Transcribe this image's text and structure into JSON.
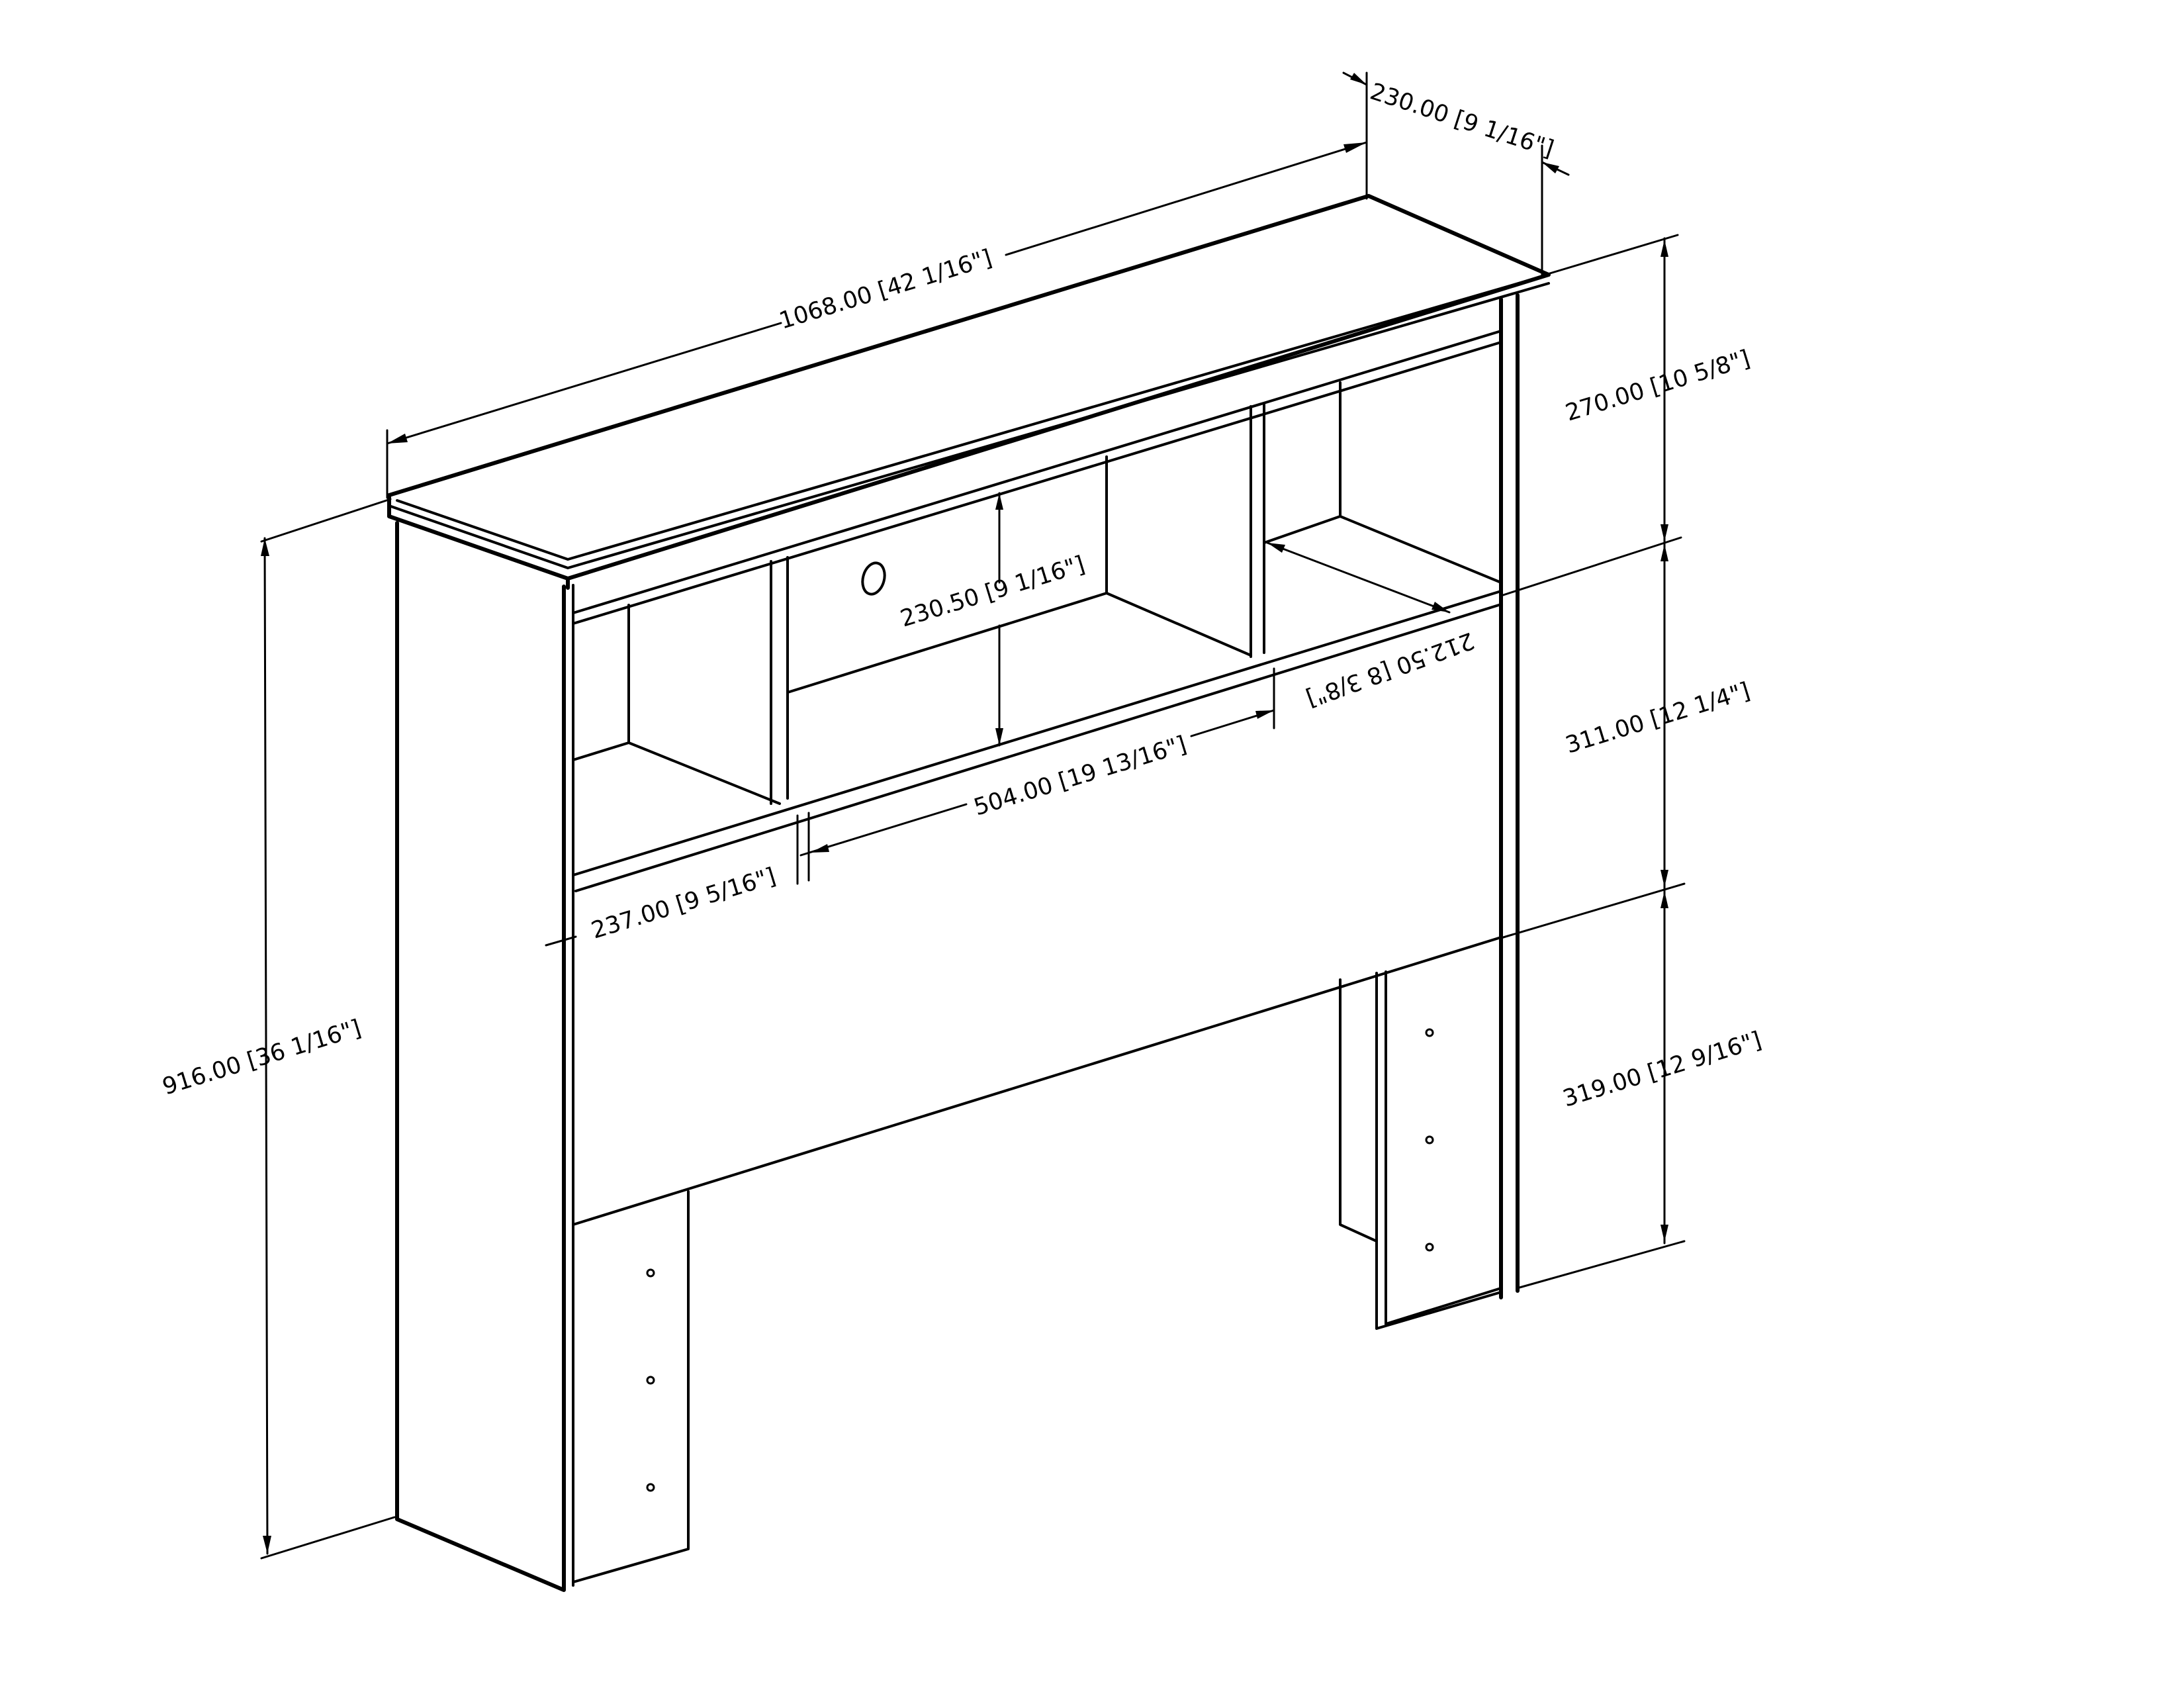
{
  "dimensions": {
    "overall_width": "1068.00 [42 1/16\"]",
    "depth": "230.00 [9 1/16\"]",
    "overall_height": "916.00 [36 1/16\"]",
    "top_section_height": "270.00 [10 5/8\"]",
    "middle_section_height": "311.00 [12 1/4\"]",
    "leg_height": "319.00 [12 9/16\"]",
    "cubby_height": "230.50 [9 1/16\"]",
    "shelf_width": "504.00 [19 13/16\"]",
    "side_cubby_width": "237.00 [9 5/16\"]",
    "shelf_depth": "212.50 [8 3/8\"]"
  }
}
